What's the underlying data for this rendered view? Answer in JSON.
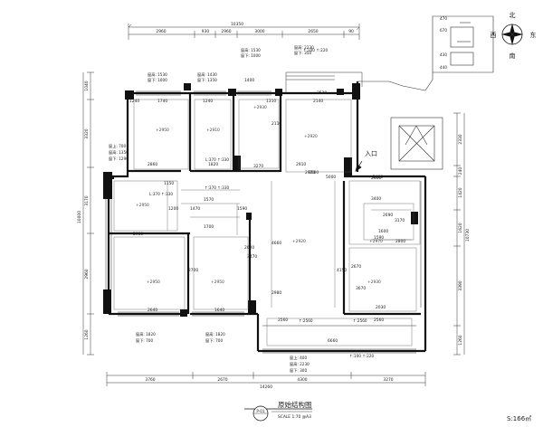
{
  "drawing": {
    "title": "原始结构图",
    "sheet_id": "P-01",
    "scale": "SCALE 1:70 @A3",
    "area": "S:166㎡"
  },
  "compass": {
    "north": "北",
    "south": "南",
    "east": "东",
    "west": "西"
  },
  "entrance": "入口",
  "top_dims": {
    "overall": "10350",
    "segments": [
      "2960",
      "930",
      "2960",
      "3000",
      "2650",
      "90"
    ]
  },
  "bottom_dims": {
    "overall": "14260",
    "segments": [
      "3760",
      "2670",
      "4300",
      "3270"
    ]
  },
  "left_dims": {
    "overall": "10000",
    "segments": [
      "1040",
      "3320",
      "3170",
      "2960",
      "1260"
    ]
  },
  "right_dims": {
    "overall": "10730",
    "segments": [
      "2330",
      "240",
      "1420",
      "1620",
      "3390",
      "1260"
    ]
  },
  "window_notes": [
    {
      "lines": [
        "窗高: 1530",
        "窗下: 1000"
      ]
    },
    {
      "lines": [
        "窗高: 1430",
        "窗下: 1350"
      ]
    },
    {
      "lines": [
        "窗高: 1530",
        "窗下: 1000"
      ]
    },
    {
      "lines": [
        "窗高: 2230",
        "窗下: 350"
      ]
    },
    {
      "lines": [
        "窗上: 700",
        "窗高: 1350",
        "窗下: 1290"
      ]
    },
    {
      "lines": [
        "窗高: 1820",
        "窗下: 700"
      ]
    },
    {
      "lines": [
        "窗高: 1820",
        "窗下: 700"
      ]
    },
    {
      "lines": [
        "窗上: 400",
        "窗高: 2230",
        "窗下: 300"
      ]
    }
  ],
  "inner_dims": [
    "1740",
    "1240",
    "1400",
    "2140",
    "2520",
    "2110",
    "2860",
    "1820",
    "2910",
    "3270",
    "3400",
    "2400",
    "3000",
    "3170",
    "2970",
    "2700",
    "2690",
    "1700",
    "1570",
    "2900",
    "2640",
    "1640",
    "4660",
    "3470",
    "5000",
    "2800",
    "6660",
    "2400",
    "2030",
    "2560",
    "2560",
    "2980",
    "3670",
    "2670",
    "4150",
    "1590",
    "1200",
    "1600",
    "1590",
    "1150",
    "1240",
    "1310",
    "2020",
    "1470"
  ],
  "ceiling_marks": [
    "+2950",
    "+2910",
    "+2920",
    "+2950",
    "+2920",
    "+2970",
    "+2950",
    "+2950",
    "+2930",
    "+2930"
  ],
  "beam_marks": [
    "L:370 ↑:330",
    "↑:370 ↑:330",
    "L:370 ↑:330",
    "↑:100 ↑:220",
    "↑:100 ↑:220",
    "↑:2560",
    "↑:2560"
  ]
}
